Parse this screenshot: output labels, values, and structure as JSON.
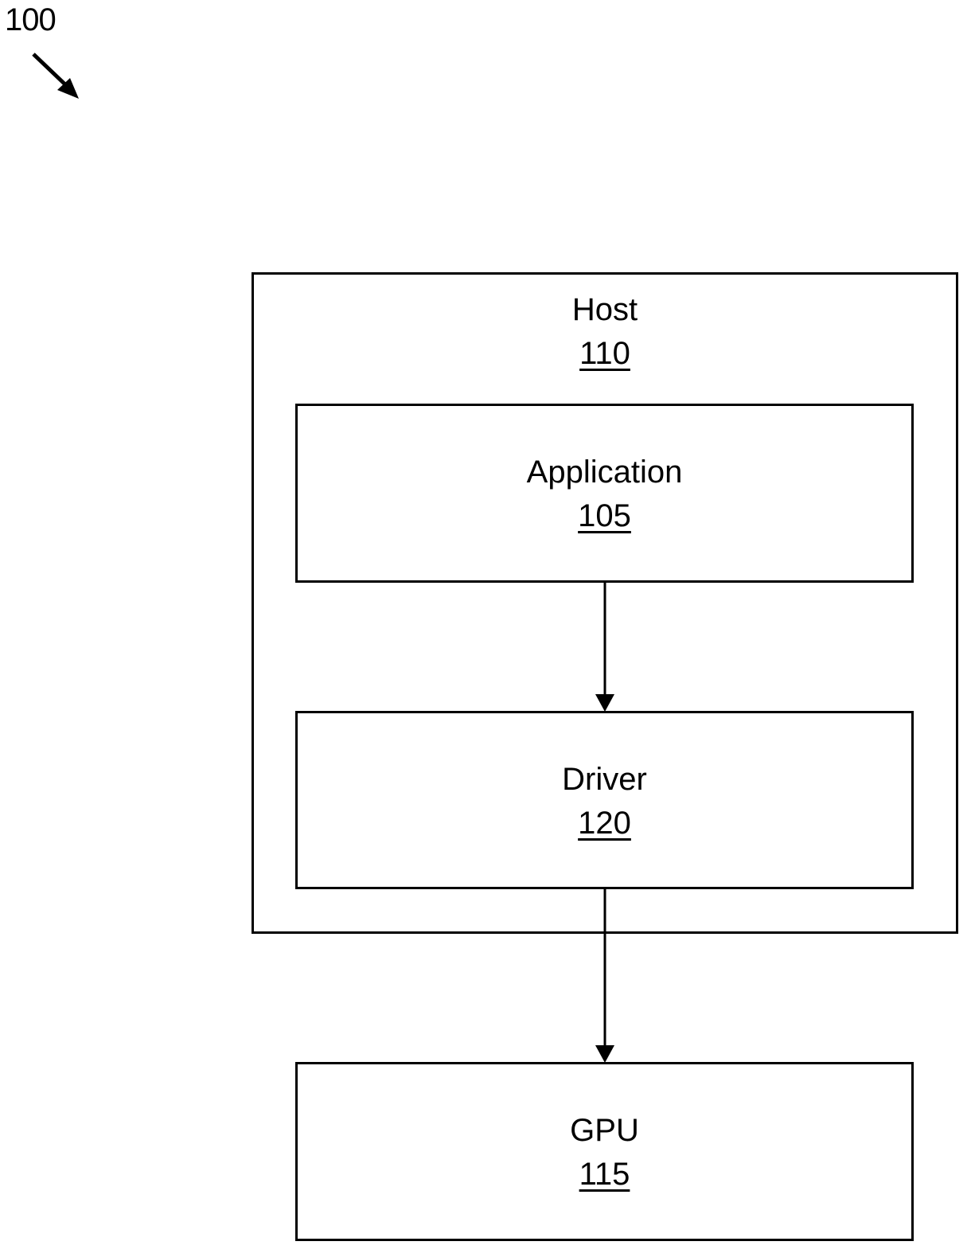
{
  "figure": {
    "ref_number": "100"
  },
  "blocks": {
    "host": {
      "name": "Host",
      "ref": "110"
    },
    "application": {
      "name": "Application",
      "ref": "105"
    },
    "driver": {
      "name": "Driver",
      "ref": "120"
    },
    "gpu": {
      "name": "GPU",
      "ref": "115"
    }
  },
  "connections": [
    {
      "from": "application",
      "to": "driver"
    },
    {
      "from": "driver",
      "to": "gpu"
    }
  ],
  "colors": {
    "stroke": "#000000",
    "background": "#ffffff"
  }
}
